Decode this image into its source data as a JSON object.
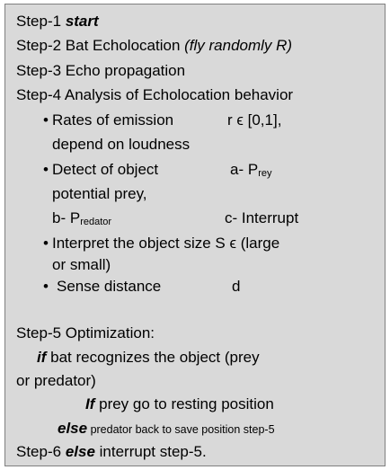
{
  "steps": {
    "s1_prefix": "Step-1 ",
    "s1_em": "start",
    "s2_prefix": "Step-2 Bat Echolocation ",
    "s2_em": "(fly randomly R)",
    "s3": "Step-3  Echo propagation",
    "s4": "Step-4 Analysis of Echolocation behavior",
    "b1_a": "Rates of emission",
    "b1_b": "r ϵ [0,1],",
    "b1_c": "depend on loudness",
    "b2_a": "Detect of object",
    "b2_b": "a- P",
    "b2_b_sub": "rey",
    "b2_c": "potential prey,",
    "b2_d": "b- P",
    "b2_d_sub": "redator",
    "b2_e": "c- Interrupt",
    "b3_a": "Interpret the object size S ϵ (large",
    "b3_b": "or small)",
    "b4_a": "Sense distance",
    "b4_b": "d",
    "s5": "Step-5 Optimization:",
    "if1_kw": "if",
    "if1_rest": "  bat recognizes the object (prey",
    "if1_cont": "or predator)",
    "if2_kw": "If",
    "if2_rest": " prey go to resting position",
    "else1_kw": "else",
    "else1_rest": " predator back to save position step-5",
    "s6_prefix": "Step-6 ",
    "s6_kw": "else",
    "s6_rest": " interrupt step-5.",
    "bullet_glyph": "•"
  }
}
